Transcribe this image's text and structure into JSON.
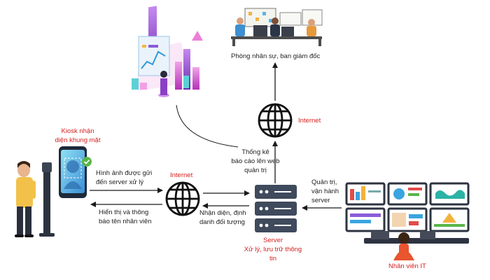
{
  "colors": {
    "accent_red": "#d42020",
    "server_dark": "#3f4a5c",
    "arrow": "#1a1a1a"
  },
  "labels": {
    "kiosk": [
      "Kiosk nhận",
      "diện khung mặt"
    ],
    "send_image": [
      "Hình ảnh được gửi",
      "đến server xử lý"
    ],
    "display_notify": [
      "Hiển thị và thông",
      "báo tên nhân viên"
    ],
    "internet_left": "Internet",
    "internet_top": "Internet",
    "report_web": [
      "Thống kê",
      "báo cáo lên web",
      "quản trị"
    ],
    "identify": [
      "Nhận diện, định",
      "danh đối tượng"
    ],
    "admin": [
      "Quản trị,",
      "vận hành",
      "server"
    ],
    "server_title": "Server",
    "server_desc": [
      "Xử lý, lưu trữ thông",
      "tin"
    ],
    "hr_office": "Phòng nhân sự, ban giám đốc",
    "it_staff": "Nhân viên IT"
  }
}
